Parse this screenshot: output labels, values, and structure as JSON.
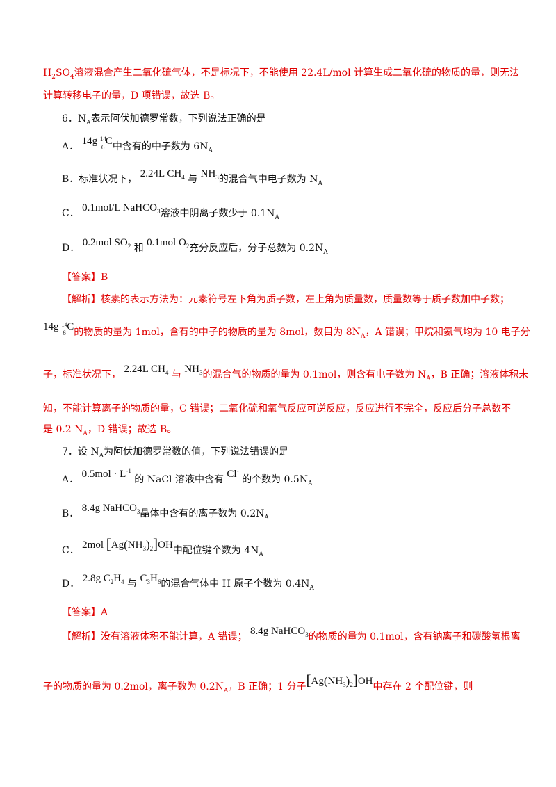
{
  "doc": {
    "colors": {
      "answer_red": "#e00000",
      "body_text": "#111111"
    },
    "prev": {
      "line1": {
        "h": "H",
        "h2": "2",
        "so": "SO",
        "so4": "4",
        "rest": "溶液混合产生二氧化硫气体，不是标况下，不能使用 22.4L/mol 计算生成二氧化硫的物质的量，则无法"
      },
      "line2": "计算转移电子的量，D 项错误，故选 B。"
    },
    "q6": {
      "num": "6．",
      "n": "N",
      "na_sub": "A",
      "stem": "表示阿伏加德罗常数，下列说法正确的是",
      "a": {
        "label": "A．",
        "mass": "14g",
        "mass_num": "14",
        "atomic_num": "6",
        "el": "C",
        "text": "中含有的中子数为 6N",
        "sub": "A"
      },
      "b": {
        "label": "B．",
        "pre": "标准状况下，",
        "ch4": "2.24L CH",
        "ch4_sub": "4",
        "with": "与",
        "nh3": "NH",
        "nh3_sub": "3",
        "text": "的混合气中电子数为 N",
        "sub": "A"
      },
      "c": {
        "label": "C．",
        "formula": "0.1mol/L  NaHCO",
        "formula_sub": "3",
        "text": "溶液中阴离子数少于 0.1N",
        "sub": "A"
      },
      "d": {
        "label": "D．",
        "so2": "0.2mol SO",
        "so2_sub": "2",
        "and": "和",
        "o2": "0.1mol O",
        "o2_sub": "2",
        "text": "充分反应后，分子总数为 0.2N",
        "sub": "A"
      },
      "answer": "【答案】B",
      "exp": {
        "line1": "【解析】核素的表示方法为：元素符号左下角为质子数，左上角为质量数，质量数等于质子数加中子数；",
        "line2": {
          "mass": "14g",
          "mass_num": "14",
          "atomic_num": "6",
          "el": "C",
          "t1": "的物质的量为 1mol，含有的中子的物质的量为 8mol，数目为 8N",
          "sub": "A",
          "t2": "，A 错误；甲烷和氨气均为 10 电子分"
        },
        "line3": {
          "pre": "子，标准状况下，",
          "ch4": "2.24L CH",
          "ch4_sub": "4",
          "with": "与",
          "nh3": "NH",
          "nh3_sub": "3",
          "t1": "的混合气的物质的量为 0.1mol，则含有电子数为 N",
          "sub": "A",
          "t2": "，B 正确；溶液体积未"
        },
        "line4": "知，不能计算离子的物质的量，C 错误；二氧化硫和氧气反应可逆反应，反应进行不完全，反应后分子总数不",
        "line5": {
          "t1": "是 0.2 N",
          "sub": "A",
          "t2": "，D 错误；故选 B。"
        }
      }
    },
    "q7": {
      "num": "7．",
      "stem1": "设 N",
      "na_sub": "A",
      "stem2": "为阿伏加德罗常数的值，下列说法错误的是",
      "a": {
        "label": "A．",
        "conc": "0.5mol · L",
        "conc_sup": "-1",
        "t1": "的 NaCl 溶液中含有",
        "ion": "Cl",
        "ion_sup": "-",
        "t2": "的个数为 0.5N",
        "sub": "A"
      },
      "b": {
        "label": "B．",
        "formula": "8.4g NaHCO",
        "formula_sub": "3",
        "text": "晶体中含有的离子数为 0.2N",
        "sub": "A"
      },
      "c": {
        "label": "C．",
        "mol": "2mol",
        "ag": "Ag",
        "nh3": "NH",
        "nh3_sub": "3",
        "pair_sub": "2",
        "oh": "OH",
        "text": "中配位键个数为 4N",
        "sub": "A"
      },
      "d": {
        "label": "D．",
        "c2h4": "2.8g C",
        "c2h4_a": "2",
        "c2h4_h": "H",
        "c2h4_b": "4",
        "with": "与",
        "c3h6": "C",
        "c3h6_a": "3",
        "c3h6_h": "H",
        "c3h6_b": "6",
        "text": "的混合气体中 H 原子个数为 0.4N",
        "sub": "A"
      },
      "answer": "【答案】A",
      "exp": {
        "line1": {
          "t1": "【解析】没有溶液体积不能计算，A 错误；",
          "formula": "8.4g NaHCO",
          "formula_sub": "3",
          "t2": "的物质的量为 0.1mol，含有钠离子和碳酸氢根离"
        },
        "line2": {
          "t1": "子的物质的量为 0.2mol，离子数为 0.2N",
          "sub": "A",
          "t2": "，B 正确；1 分子",
          "ag": "Ag",
          "nh3": "NH",
          "nh3_sub": "3",
          "pair_sub": "2",
          "oh": "OH",
          "t3": "中存在 2 个配位键，则"
        }
      }
    }
  }
}
